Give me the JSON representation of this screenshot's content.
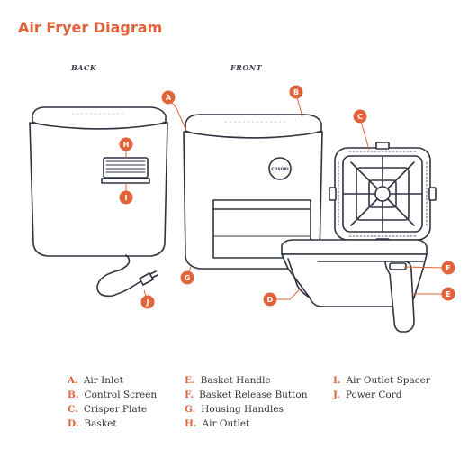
{
  "title": "Air Fryer Diagram",
  "views": {
    "back": "BACK",
    "front": "FRONT"
  },
  "brand": "COSORI",
  "accent_color": "#e0633a",
  "callouts": {
    "A": "A",
    "B": "B",
    "C": "C",
    "D": "D",
    "E": "E",
    "F": "F",
    "G": "G",
    "H": "H",
    "I": "I",
    "J": "J"
  },
  "legend": [
    {
      "key": "A.",
      "label": "Air Inlet"
    },
    {
      "key": "B.",
      "label": "Control Screen"
    },
    {
      "key": "C.",
      "label": "Crisper Plate"
    },
    {
      "key": "D.",
      "label": "Basket"
    },
    {
      "key": "E.",
      "label": "Basket Handle"
    },
    {
      "key": "F.",
      "label": "Basket Release Button"
    },
    {
      "key": "G.",
      "label": "Housing Handles"
    },
    {
      "key": "H.",
      "label": "Air Outlet"
    },
    {
      "key": "I.",
      "label": "Air Outlet Spacer"
    },
    {
      "key": "J.",
      "label": "Power Cord"
    }
  ]
}
